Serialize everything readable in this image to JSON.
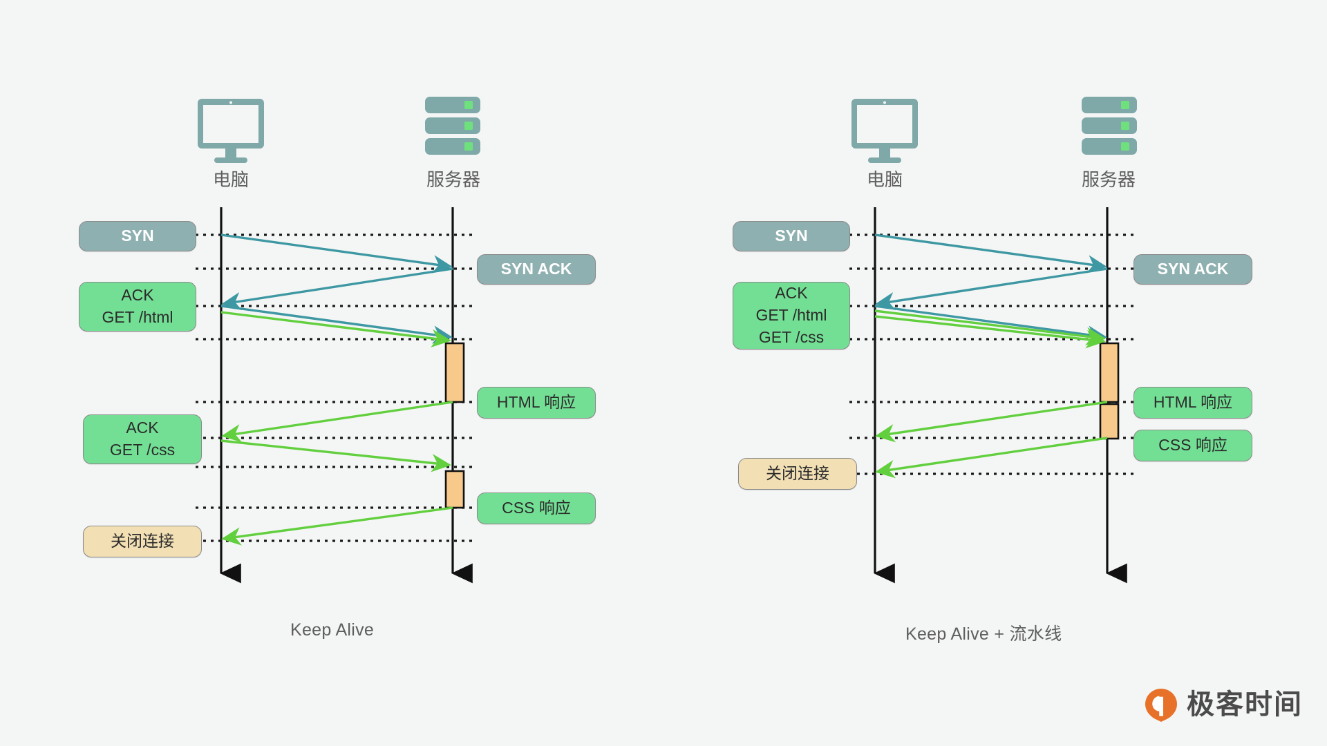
{
  "background": "#f4f6f5",
  "colors": {
    "teal_actor": "#7fa8a8",
    "syn_box": "#8fb0b0",
    "green_box": "#73df94",
    "tan_box": "#f2dfb4",
    "activation_bar": "#f7ca8c",
    "tcp_arrow": "#3e98a3",
    "http_arrow": "#62cf3e",
    "lifeline": "#111111",
    "dotted_guide": "#1a1a1a",
    "label_text": "#5e5e5e",
    "logo_orange": "#e8712a"
  },
  "diagrams": [
    {
      "id": "keep-alive",
      "caption": "Keep Alive",
      "actors": [
        {
          "id": "client",
          "label": "电脑",
          "icon": "monitor-icon"
        },
        {
          "id": "server",
          "label": "服务器",
          "icon": "server-icon"
        }
      ],
      "messages": [
        {
          "id": "syn",
          "label": "SYN",
          "style": "syn",
          "kind": "tcp",
          "from": "client",
          "to": "server"
        },
        {
          "id": "syn-ack",
          "label": "SYN ACK",
          "style": "syn",
          "kind": "tcp",
          "from": "server",
          "to": "client"
        },
        {
          "id": "ack-get-html",
          "label": "ACK\nGET /html",
          "lines": [
            "ACK",
            "GET /html"
          ],
          "style": "green",
          "kind": "tcp+http",
          "from": "client",
          "to": "server"
        },
        {
          "id": "html-response",
          "label": "HTML 响应",
          "style": "green",
          "kind": "http",
          "from": "server",
          "to": "client"
        },
        {
          "id": "ack-get-css",
          "label": "ACK\nGET /css",
          "lines": [
            "ACK",
            "GET /css"
          ],
          "style": "green",
          "kind": "http",
          "from": "client",
          "to": "server"
        },
        {
          "id": "css-response",
          "label": "CSS 响应",
          "style": "green",
          "kind": "http",
          "from": "server",
          "to": "client"
        },
        {
          "id": "close",
          "label": "关闭连接",
          "style": "tan",
          "kind": "note",
          "from": "client",
          "to": "client"
        }
      ],
      "activations": [
        {
          "id": "html-processing",
          "actor": "server"
        },
        {
          "id": "css-processing",
          "actor": "server"
        }
      ]
    },
    {
      "id": "keep-alive-pipeline",
      "caption": "Keep Alive + 流水线",
      "actors": [
        {
          "id": "client",
          "label": "电脑",
          "icon": "monitor-icon"
        },
        {
          "id": "server",
          "label": "服务器",
          "icon": "server-icon"
        }
      ],
      "messages": [
        {
          "id": "syn",
          "label": "SYN",
          "style": "syn",
          "kind": "tcp",
          "from": "client",
          "to": "server"
        },
        {
          "id": "syn-ack",
          "label": "SYN ACK",
          "style": "syn",
          "kind": "tcp",
          "from": "server",
          "to": "client"
        },
        {
          "id": "ack-get-html-css",
          "label": "ACK\nGET /html\nGET /css",
          "lines": [
            "ACK",
            "GET /html",
            "GET /css"
          ],
          "style": "green",
          "kind": "tcp+http",
          "from": "client",
          "to": "server"
        },
        {
          "id": "html-response",
          "label": "HTML 响应",
          "style": "green",
          "kind": "http",
          "from": "server",
          "to": "client"
        },
        {
          "id": "css-response",
          "label": "CSS 响应",
          "style": "green",
          "kind": "http",
          "from": "server",
          "to": "client"
        },
        {
          "id": "close",
          "label": "关闭连接",
          "style": "tan",
          "kind": "note",
          "from": "client",
          "to": "client"
        }
      ],
      "activations": [
        {
          "id": "html-processing",
          "actor": "server"
        },
        {
          "id": "css-processing",
          "actor": "server"
        }
      ]
    }
  ],
  "watermark": {
    "text": "极客时间",
    "mark": "geektime-logo-icon"
  }
}
